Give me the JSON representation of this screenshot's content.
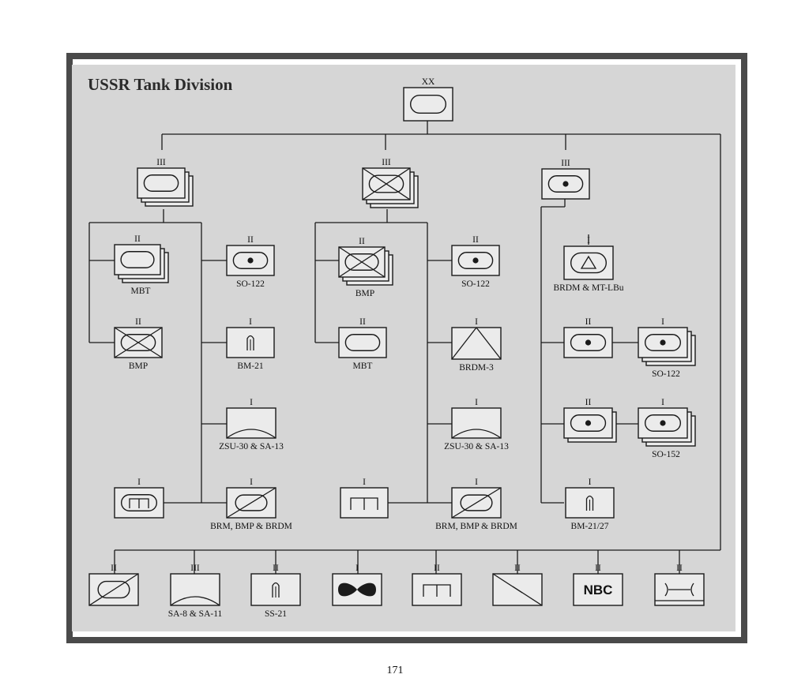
{
  "title": "USSR Tank Division",
  "page_number": "171",
  "echelon_marks": {
    "division": "XX",
    "regiment": "III",
    "battalion": "II",
    "company": "I"
  },
  "unit_labels": {
    "mbt_1": "MBT",
    "so122_1": "SO-122",
    "bmp_1": "BMP",
    "bm21_1": "BM-21",
    "zsu_1": "ZSU-30 & SA-13",
    "brm_1": "BRM, BMP & BRDM",
    "bmp_2": "BMP",
    "so122_2": "SO-122",
    "mbt_2": "MBT",
    "brdm3": "BRDM-3",
    "zsu_2": "ZSU-30 & SA-13",
    "brm_2": "BRM, BMP & BRDM",
    "brdm_mtlbu": "BRDM & MT-LBu",
    "so122_3": "SO-122",
    "so152": "SO-152",
    "bm2127": "BM-21/27",
    "sa8": "SA-8 & SA-11",
    "ss21": "SS-21",
    "nbc_symbol": "NBC"
  },
  "colors": {
    "frame": "#4a4a4a",
    "panel": "#d6d6d6",
    "line": "#1a1a1a",
    "symbol_fill": "#ebebeb"
  }
}
